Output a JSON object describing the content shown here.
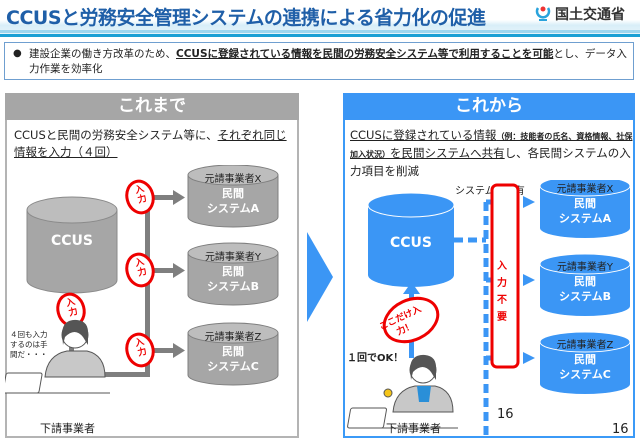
{
  "header": {
    "title": "CCUSと労務安全管理システムの連携による省力化の促進",
    "logo_text": "国土交通省",
    "colors": {
      "title": "#1f5fa8",
      "band": "#1aa0d4"
    }
  },
  "summary": {
    "bullet": "●",
    "text_before": "建設企業の働き方改革のため、",
    "text_emphasis": "CCUSに登録されている情報を民間の労務安全システム等で利用することを可能",
    "text_after": "とし、データ入力作業を効率化"
  },
  "before": {
    "heading": "これまで",
    "desc_plain": "CCUSと民間の労務安全システム等に、",
    "desc_underlined": "それぞれ同じ情報を入力（４回）",
    "ccus_label": "CCUS",
    "input_badge": "入力",
    "systems": [
      {
        "contractor": "元請事業者X",
        "line1": "民間",
        "line2": "システムA"
      },
      {
        "contractor": "元請事業者Y",
        "line1": "民間",
        "line2": "システムB"
      },
      {
        "contractor": "元請事業者Z",
        "line1": "民間",
        "line2": "システムC"
      }
    ],
    "thought": "４回も入力するのは手間だ・・・",
    "person_label": "下請事業者",
    "color": "#a6a6a6"
  },
  "after": {
    "heading": "これから",
    "desc_underlined1": "CCUSに登録されている情報",
    "desc_small": "（例：技能者の氏名、資格情報、社保加入状況）",
    "desc_underlined2": "を民間システムへ共有",
    "desc_rest": "し、各民間システムの入力項目を削減",
    "share_label": "システム上共有",
    "ccus_label": "CCUS",
    "no_input_label": "入力不要",
    "only_here_badge": "ここだけ入力！",
    "ok_text": "１回でOK！",
    "systems": [
      {
        "contractor": "元請事業者X",
        "line1": "民間",
        "line2": "システムA"
      },
      {
        "contractor": "元請事業者Y",
        "line1": "民間",
        "line2": "システムB"
      },
      {
        "contractor": "元請事業者Z",
        "line1": "民間",
        "line2": "システムC"
      }
    ],
    "person_label": "下請事業者",
    "color": "#3b96f5"
  },
  "page_number_inner": "16",
  "page_number": "16"
}
